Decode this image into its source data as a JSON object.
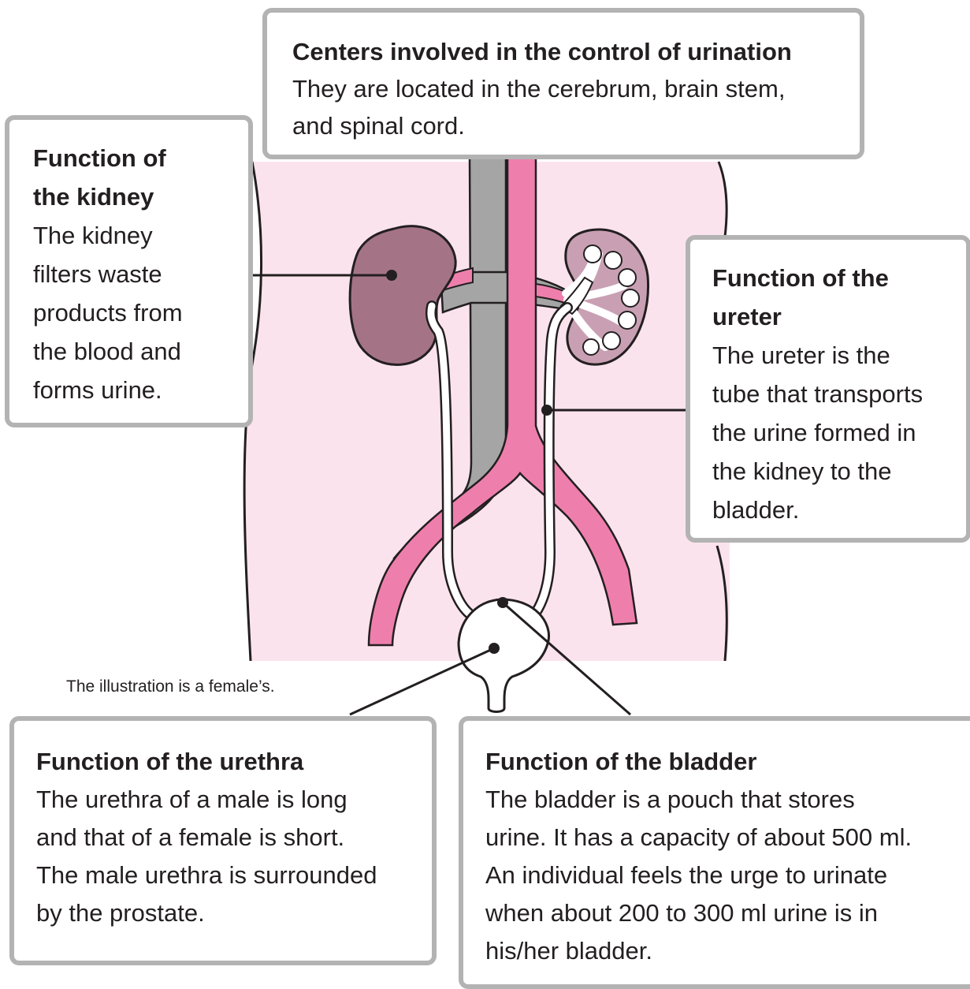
{
  "boxes": {
    "centers": {
      "title": "Centers involved in the control of urination",
      "lines": [
        "They are located in the cerebrum, brain stem,",
        "and spinal cord."
      ]
    },
    "kidney": {
      "title_lines": [
        "Function of",
        "the kidney"
      ],
      "lines": [
        "The kidney",
        "filters waste",
        "products from",
        "the blood and",
        "forms urine."
      ]
    },
    "ureter": {
      "title_lines": [
        "Function of the",
        "ureter"
      ],
      "lines": [
        "The ureter is the",
        "tube that transports",
        "the urine formed in",
        "the kidney to the",
        "bladder."
      ]
    },
    "urethra": {
      "title": "Function of the urethra",
      "lines": [
        "The urethra of a male is long",
        "and that of a female is short.",
        "The male urethra is surrounded",
        "by the prostate."
      ]
    },
    "bladder": {
      "title": "Function of the bladder",
      "lines": [
        "The bladder is a pouch that stores",
        "urine. It has a capacity of about 500 ml.",
        "An individual feels the urge to urinate",
        "when about 200 to 300 ml urine is in",
        "his/her bladder."
      ]
    }
  },
  "note": "The illustration is a female’s.",
  "colors": {
    "body_fill": "#fbe3ee",
    "artery": "#ee7fad",
    "vein": "#a5a5a5",
    "kidney_left": "#a47486",
    "kidney_right": "#c9a0b3",
    "box_border": "#b3b3b3",
    "outline": "#231f20"
  }
}
